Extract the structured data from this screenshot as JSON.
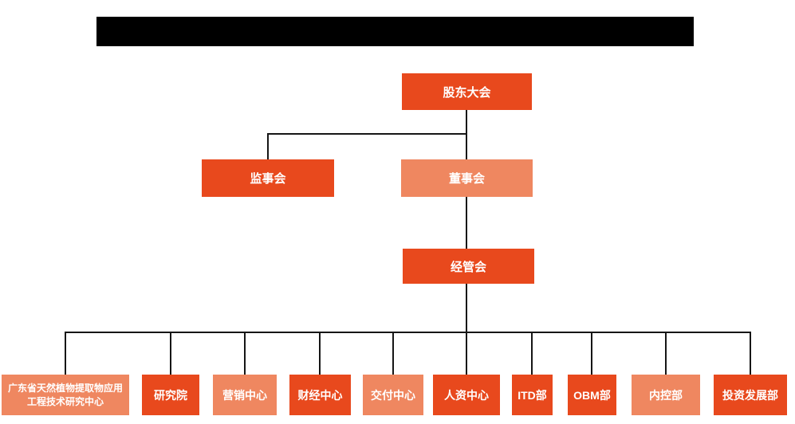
{
  "colors": {
    "background": "#ffffff",
    "primary": "#e8491d",
    "secondary": "#ef8760",
    "node_text": "#ffffff",
    "line": "#161616",
    "redaction": "#000000"
  },
  "header": {
    "redacted": true,
    "text": ""
  },
  "org": {
    "root": {
      "label": "股东大会",
      "variant": "primary"
    },
    "level2": [
      {
        "label": "监事会",
        "variant": "primary"
      },
      {
        "label": "董事会",
        "variant": "secondary"
      }
    ],
    "level3": {
      "label": "经管会",
      "variant": "primary"
    },
    "departments": [
      {
        "label": "广东省天然植物提取物应用工程技术研究中心",
        "variant": "secondary"
      },
      {
        "label": "研究院",
        "variant": "primary"
      },
      {
        "label": "营销中心",
        "variant": "secondary"
      },
      {
        "label": "财经中心",
        "variant": "primary"
      },
      {
        "label": "交付中心",
        "variant": "secondary"
      },
      {
        "label": "人资中心",
        "variant": "primary"
      },
      {
        "label": "ITD部",
        "variant": "primary"
      },
      {
        "label": "OBM部",
        "variant": "primary"
      },
      {
        "label": "内控部",
        "variant": "secondary"
      },
      {
        "label": "投资发展部",
        "variant": "primary"
      }
    ]
  }
}
